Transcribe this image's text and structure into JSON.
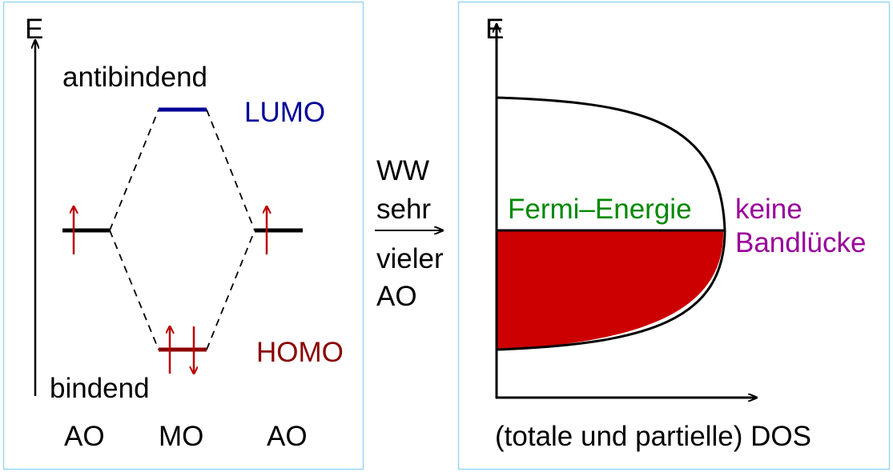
{
  "mo_diagram": {
    "axis_label": "E",
    "antibonding_label": "antibindend",
    "bonding_label": "bindend",
    "lumo_label": "LUMO",
    "homo_label": "HOMO",
    "columns": [
      "AO",
      "MO",
      "AO"
    ]
  },
  "transition": {
    "lines": [
      "WW",
      "sehr",
      "vieler",
      "AO"
    ]
  },
  "dos_diagram": {
    "axis_label": "E",
    "fermi_label": "Fermi–Energie",
    "gap_label_line1": "keine",
    "gap_label_line2": "Bandlücke",
    "x_axis_label": "(totale und partielle) DOS"
  },
  "colors": {
    "lumo": "#000099",
    "homo": "#8b0000",
    "electron": "#bb0000",
    "fermi": "#008800",
    "gap": "#990099",
    "filled_states": "#cc0000",
    "frame": "#99d6f5"
  }
}
